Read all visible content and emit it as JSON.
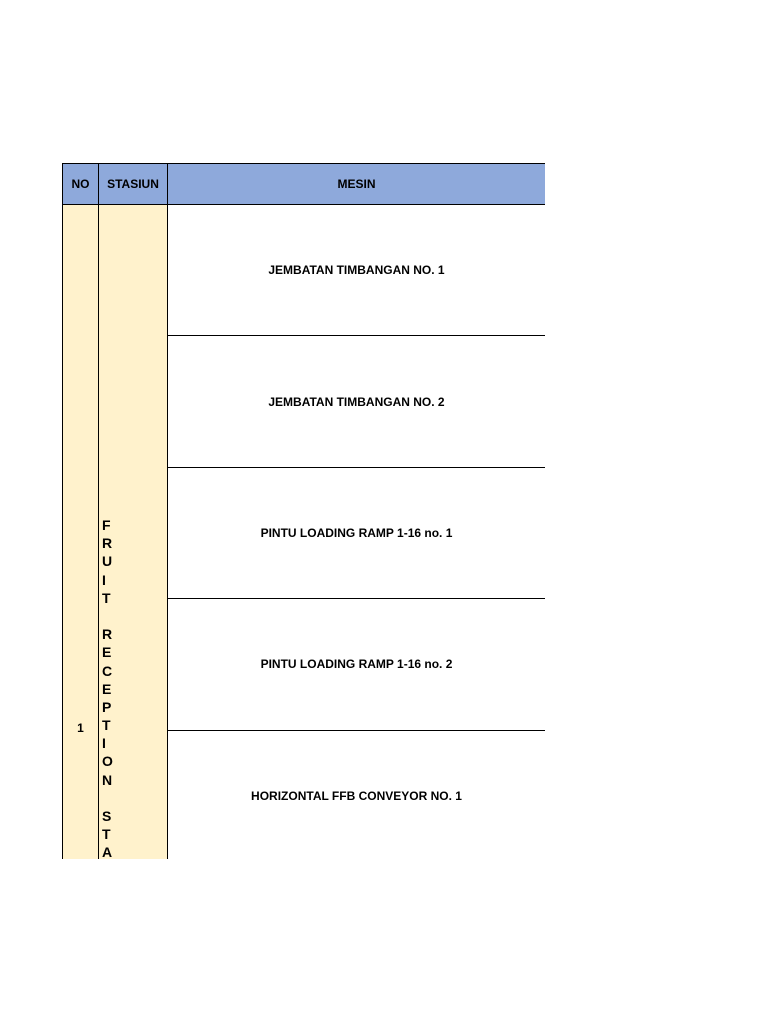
{
  "table": {
    "headers": {
      "no": "NO",
      "stasiun": "STASIUN",
      "mesin": "MESIN"
    },
    "rows": {
      "no": "1",
      "stasiun_letters": [
        "F",
        "R",
        "U",
        "I",
        "T",
        "",
        "R",
        "E",
        "C",
        "E",
        "P",
        "T",
        "I",
        "O",
        "N",
        "",
        "S",
        "T",
        "A"
      ],
      "mesin": [
        "JEMBATAN TIMBANGAN NO. 1",
        "JEMBATAN TIMBANGAN NO. 2",
        "PINTU LOADING RAMP 1-16 no. 1",
        "PINTU LOADING RAMP 1-16 no. 2",
        "HORIZONTAL FFB CONVEYOR NO. 1"
      ]
    }
  },
  "colors": {
    "header_bg": "#8EA9DB",
    "station_bg": "#FFF2CC",
    "border": "#000000"
  }
}
